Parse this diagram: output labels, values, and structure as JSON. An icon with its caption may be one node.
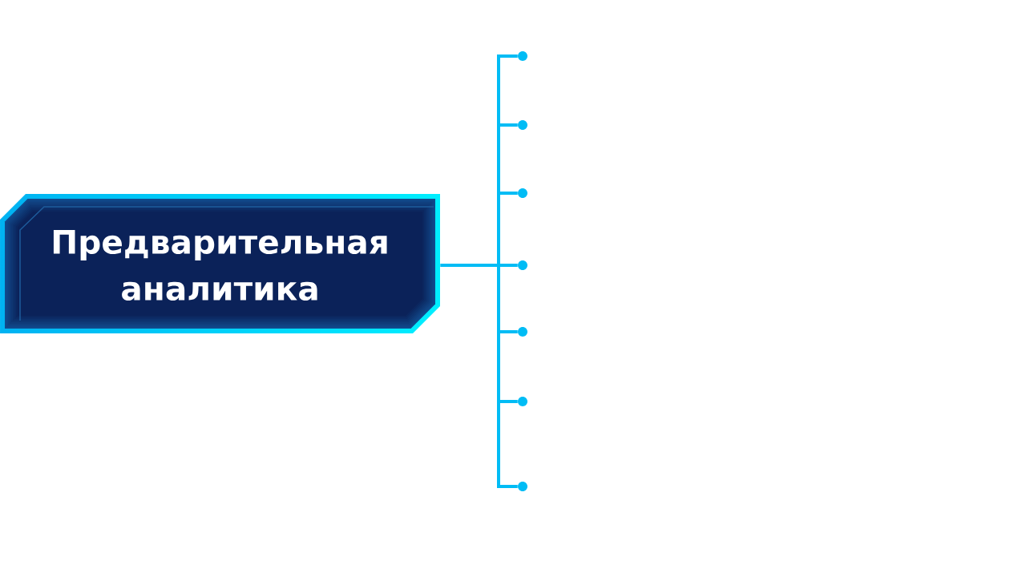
{
  "diagram": {
    "nodes": [
      {
        "text": [
          "Предварительная аналитика"
        ]
      },
      {
        "text": [],
        "shape": "circle"
      },
      {
        "text": [],
        "shape": "circle"
      },
      {
        "text": [],
        "shape": "circle"
      },
      {
        "text": [],
        "shape": "circle"
      },
      {
        "text": [],
        "shape": "circle"
      },
      {
        "text": [],
        "shape": "circle"
      },
      {
        "text": [],
        "shape": "circle"
      }
    ],
    "edges": [
      {
        "from": 0,
        "to": 1,
        "arrow": "none"
      },
      {
        "from": 0,
        "to": 2,
        "arrow": "none"
      },
      {
        "from": 0,
        "to": 3,
        "arrow": "none"
      },
      {
        "from": 0,
        "to": 4,
        "arrow": "none"
      },
      {
        "from": 0,
        "to": 5,
        "arrow": "none"
      },
      {
        "from": 0,
        "to": 6,
        "arrow": "none"
      },
      {
        "from": 0,
        "to": 7,
        "arrow": "none"
      }
    ]
  }
}
